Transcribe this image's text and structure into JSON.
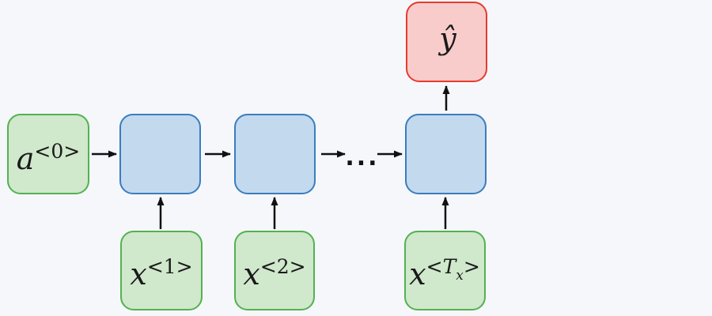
{
  "colors": {
    "background": "#f5f7fa",
    "green_fill": "#d0e8cc",
    "green_border": "#54b152",
    "blue_fill": "#c3d9ee",
    "blue_border": "#3b7dbe",
    "red_fill": "#f8cccb",
    "red_border": "#e73b2d",
    "arrow": "#111111",
    "text": "#1a1a1a"
  },
  "nodes": {
    "a0": {
      "base": "a",
      "sup_lt": "<",
      "sup_val": "0",
      "sup_gt": ">"
    },
    "x1": {
      "base": "x",
      "sup_lt": "<",
      "sup_val": "1",
      "sup_gt": ">"
    },
    "x2": {
      "base": "x",
      "sup_lt": "<",
      "sup_val": "2",
      "sup_gt": ">"
    },
    "xT": {
      "base": "x",
      "sup_lt": "<",
      "sup_val": "T",
      "sup_sub": "x",
      "sup_gt": ">"
    },
    "yhat": {
      "base": "ŷ"
    }
  },
  "ellipsis": "..."
}
